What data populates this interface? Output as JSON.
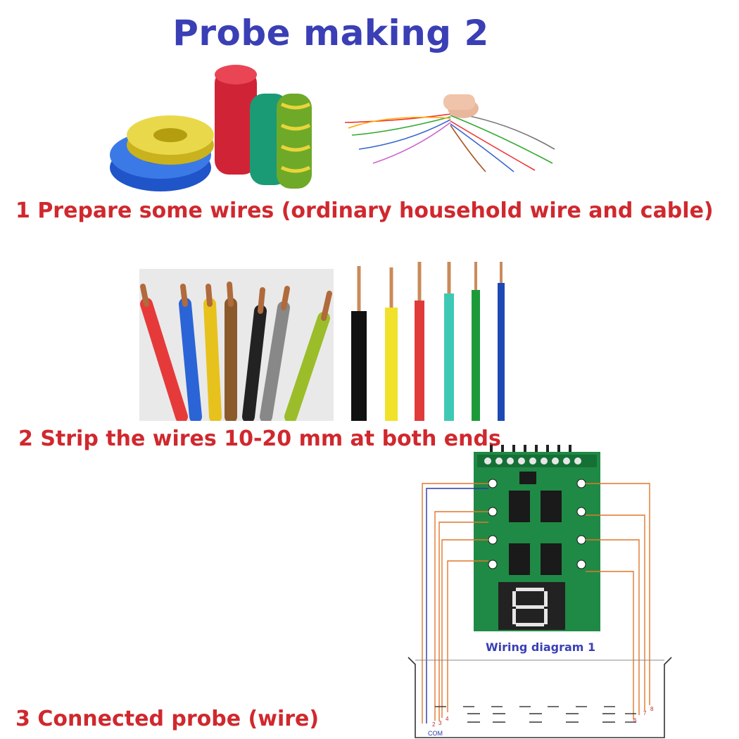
{
  "title": "Probe making 2",
  "steps": [
    {
      "text": "1 Prepare some wires (ordinary household wire and cable)"
    },
    {
      "text": "2 Strip the wires 10-20 mm at both ends"
    },
    {
      "text": "3 Connected probe (wire)"
    }
  ],
  "diagram": {
    "caption": "Wiring diagram 1",
    "com_label": "COM",
    "probe_numbers": [
      "2",
      "3",
      "4",
      "6",
      "7",
      "8"
    ]
  },
  "colors": {
    "title": "#3a3fb5",
    "step_text": "#d0282e",
    "caption": "#3a3fb5",
    "pcb": "#1f8a45",
    "wire_orange": "#e0772a",
    "wire_blue": "#2a3aa8"
  },
  "icons": {
    "wire_spools": "wire-spools-icon",
    "multicolor_strands": "wire-strands-icon",
    "stripped_wires": "stripped-wires-icon",
    "pcb_board": "level-sensor-board-icon",
    "seven_segment": "seven-segment-display-icon",
    "tank": "water-tank-icon"
  }
}
